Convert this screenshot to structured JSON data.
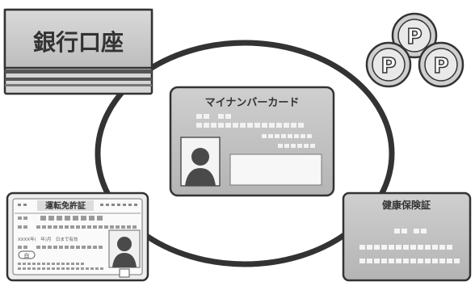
{
  "bank": {
    "label": "銀行口座"
  },
  "center_card": {
    "title": "マイナンバーカード"
  },
  "license": {
    "title": "運転免許証",
    "small_line": "XXXX年(　年)月　日まで有効",
    "badge": "白"
  },
  "insurance": {
    "title": "健康保険証"
  },
  "points": {
    "labels": [
      "P",
      "P",
      "P"
    ]
  },
  "colors": {
    "ring": "#3a3a3a",
    "card_gray": "#bdbdbd",
    "dark": "#444444",
    "light": "#e6e6e6",
    "coin": "#cfcfcf"
  }
}
